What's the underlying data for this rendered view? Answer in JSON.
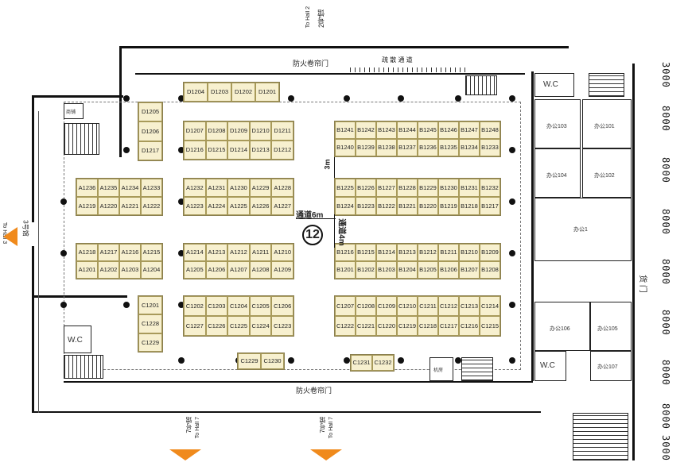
{
  "hall_number": "12",
  "labels": {
    "to_hall_2_cn": "2号馆",
    "to_hall_2_en": "To Hall 2",
    "to_hall_3_cn": "3号馆",
    "to_hall_3_en": "To Hall 3",
    "to_hall_7a_cn": "7号馆",
    "to_hall_7a_en": "To Hall 7",
    "to_hall_7b_cn": "7号馆",
    "to_hall_7b_en": "To Hall 7",
    "fire_door_top": "防火卷帘门",
    "fire_door_bottom": "防火卷帘门",
    "top_corridor": "疏 散 通 道",
    "aisle_6m": "通道6m",
    "aisle_4m": "通道4m",
    "gap_3m": "3m",
    "cargo_door": "货 门",
    "wc_left": "W.C",
    "wc_top_right": "W.C",
    "wc_bottom_right": "W.C",
    "office_1": "办公1",
    "office_101": "办公101",
    "office_102": "办公102",
    "office_103": "办公103",
    "office_104": "办公104",
    "office_105": "办公105",
    "office_106": "办公106",
    "office_107": "办公107",
    "equip_room": "机房",
    "shop": "商铺"
  },
  "dimensions": [
    "3000",
    "8000",
    "8000",
    "8000",
    "8000",
    "8000",
    "8000",
    "8000",
    "3000"
  ],
  "booths": {
    "d_top": [
      "D1204",
      "D1203",
      "D1202",
      "D1201"
    ],
    "d_col": [
      "D1205",
      "D1206",
      "D1217"
    ],
    "d_row1": [
      "D1207",
      "D1208",
      "D1209",
      "D1210",
      "D1211"
    ],
    "d_row2": [
      "D1216",
      "D1215",
      "D1214",
      "D1213",
      "D1212"
    ],
    "b_top1": [
      "B1241",
      "B1242",
      "B1243",
      "B1244",
      "B1245",
      "B1246",
      "B1247",
      "B1248"
    ],
    "b_top2": [
      "B1240",
      "B1239",
      "B1238",
      "B1237",
      "B1236",
      "B1235",
      "B1234",
      "B1233"
    ],
    "a_left1": [
      "A1236",
      "A1235",
      "A1234",
      "A1233"
    ],
    "a_left2": [
      "A1219",
      "A1220",
      "A1221",
      "A1222"
    ],
    "a_mid1": [
      "A1232",
      "A1231",
      "A1230",
      "A1229",
      "A1228"
    ],
    "a_mid2": [
      "A1223",
      "A1224",
      "A1225",
      "A1226",
      "A1227"
    ],
    "b_mid1": [
      "B1225",
      "B1226",
      "B1227",
      "B1228",
      "B1229",
      "B1230",
      "B1231",
      "B1232"
    ],
    "b_mid2": [
      "B1224",
      "B1223",
      "B1222",
      "B1221",
      "B1220",
      "B1219",
      "B1218",
      "B1217"
    ],
    "a_left3": [
      "A1218",
      "A1217",
      "A1216",
      "A1215"
    ],
    "a_left4": [
      "A1201",
      "A1202",
      "A1203",
      "A1204"
    ],
    "a_mid3": [
      "A1214",
      "A1213",
      "A1212",
      "A1211",
      "A1210"
    ],
    "a_mid4": [
      "A1205",
      "A1206",
      "A1207",
      "A1208",
      "A1209"
    ],
    "b_low1": [
      "B1216",
      "B1215",
      "B1214",
      "B1213",
      "B1212",
      "B1211",
      "B1210",
      "B1209"
    ],
    "b_low2": [
      "B1201",
      "B1202",
      "B1203",
      "B1204",
      "B1205",
      "B1206",
      "B1207",
      "B1208"
    ],
    "c_col": [
      "C1201",
      "C1228",
      "C1229"
    ],
    "c_mid1": [
      "C1202",
      "C1203",
      "C1204",
      "C1205",
      "C1206"
    ],
    "c_mid2": [
      "C1227",
      "C1226",
      "C1225",
      "C1224",
      "C1223"
    ],
    "c_right1": [
      "C1207",
      "C1208",
      "C1209",
      "C1210",
      "C1211",
      "C1212",
      "C1213",
      "C1214"
    ],
    "c_right2": [
      "C1222",
      "C1221",
      "C1220",
      "C1219",
      "C1218",
      "C1217",
      "C1216",
      "C1215"
    ],
    "c_bottom_a": [
      "C1229",
      "C1230"
    ],
    "c_bottom_b": [
      "C1231",
      "C1232"
    ]
  },
  "colors": {
    "booth_fill": "#f7f0cf",
    "arrow": "#f08a1c",
    "wall": "#111111"
  }
}
